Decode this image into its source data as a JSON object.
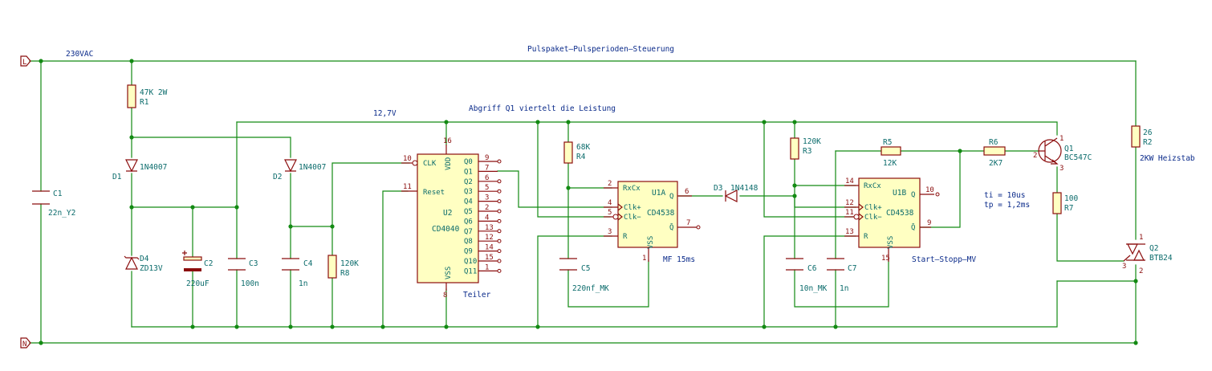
{
  "title": "Pulspaket–Pulsperioden–Steuerung",
  "net_labels": {
    "ac": "230VAC",
    "rail": "12,7V",
    "L": "L",
    "N": "N"
  },
  "notes": {
    "abgriff": "Abgriff Q1 viertelt die Leistung",
    "ti": "ti = 10us",
    "tp": "tp = 1,2ms",
    "mf": "MF 15ms",
    "start_stopp": "Start–Stopp–MV",
    "teiler": "Teiler",
    "heizstab": "2KW Heizstab"
  },
  "components": {
    "R1": {
      "ref": "R1",
      "value": "47K 2W"
    },
    "R2": {
      "ref": "R2",
      "value": "26"
    },
    "R3": {
      "ref": "R3",
      "value": "120K"
    },
    "R4": {
      "ref": "R4",
      "value": "68K"
    },
    "R5": {
      "ref": "R5",
      "value": "12K"
    },
    "R6": {
      "ref": "R6",
      "value": "2K7"
    },
    "R7": {
      "ref": "R7",
      "value": "100"
    },
    "R8": {
      "ref": "R8",
      "value": "120K"
    },
    "C1": {
      "ref": "C1",
      "value": "22n_Y2"
    },
    "C2": {
      "ref": "C2",
      "value": "220uF"
    },
    "C3": {
      "ref": "C3",
      "value": "100n"
    },
    "C4": {
      "ref": "C4",
      "value": "1n"
    },
    "C5": {
      "ref": "C5",
      "value": "220nf_MK"
    },
    "C6": {
      "ref": "C6",
      "value": "10n_MK"
    },
    "C7": {
      "ref": "C7",
      "value": "1n"
    },
    "D1": {
      "ref": "D1",
      "value": "1N4007"
    },
    "D2": {
      "ref": "D2",
      "value": "1N4007"
    },
    "D3": {
      "ref": "D3",
      "value": "1N4148"
    },
    "D4": {
      "ref": "D4",
      "value": "ZD13V"
    },
    "Q1": {
      "ref": "Q1",
      "value": "BC547C"
    },
    "Q2": {
      "ref": "Q2",
      "value": "BTB24"
    },
    "U2": {
      "ref": "U2",
      "value": "CD4040"
    },
    "U1A": {
      "ref": "U1A",
      "value": "CD4538"
    },
    "U1B": {
      "ref": "U1B",
      "value": "CD4538"
    }
  },
  "u2": {
    "pins_left": [
      {
        "num": "10",
        "name": "CLK"
      },
      {
        "num": "11",
        "name": "Reset"
      }
    ],
    "pins_right": [
      {
        "num": "9",
        "name": "Q0"
      },
      {
        "num": "7",
        "name": "Q1"
      },
      {
        "num": "6",
        "name": "Q2"
      },
      {
        "num": "5",
        "name": "Q3"
      },
      {
        "num": "3",
        "name": "Q4"
      },
      {
        "num": "2",
        "name": "Q5"
      },
      {
        "num": "4",
        "name": "Q6"
      },
      {
        "num": "13",
        "name": "Q7"
      },
      {
        "num": "12",
        "name": "Q8"
      },
      {
        "num": "14",
        "name": "Q9"
      },
      {
        "num": "15",
        "name": "Q10"
      },
      {
        "num": "1",
        "name": "Q11"
      }
    ],
    "vdd": {
      "num": "16",
      "name": "VDD"
    },
    "vss": {
      "num": "8",
      "name": "VSS"
    }
  },
  "u1a": {
    "pins": [
      {
        "num": "2",
        "name": "RxCx"
      },
      {
        "num": "4",
        "name": "Clk+"
      },
      {
        "num": "5",
        "name": "Clk−"
      },
      {
        "num": "3",
        "name": "R"
      },
      {
        "num": "6",
        "name": "Q"
      },
      {
        "num": "7",
        "name": "Q̄"
      },
      {
        "num": "1",
        "name": "VSS"
      }
    ]
  },
  "u1b": {
    "pins": [
      {
        "num": "14",
        "name": "RxCx"
      },
      {
        "num": "12",
        "name": "Clk+"
      },
      {
        "num": "11",
        "name": "Clk−"
      },
      {
        "num": "13",
        "name": "R"
      },
      {
        "num": "10",
        "name": "Q"
      },
      {
        "num": "9",
        "name": "Q̄"
      },
      {
        "num": "15",
        "name": "VSS"
      }
    ]
  },
  "q1_pins": [
    "1",
    "2",
    "3"
  ],
  "q2_pins": [
    "1",
    "2",
    "3"
  ],
  "colors": {
    "wire": "#138a13",
    "component": "#8b0d0d",
    "body_fill": "#ffffc2",
    "ref_text": "#0a6b6b",
    "note_text": "#0a2a8a"
  }
}
